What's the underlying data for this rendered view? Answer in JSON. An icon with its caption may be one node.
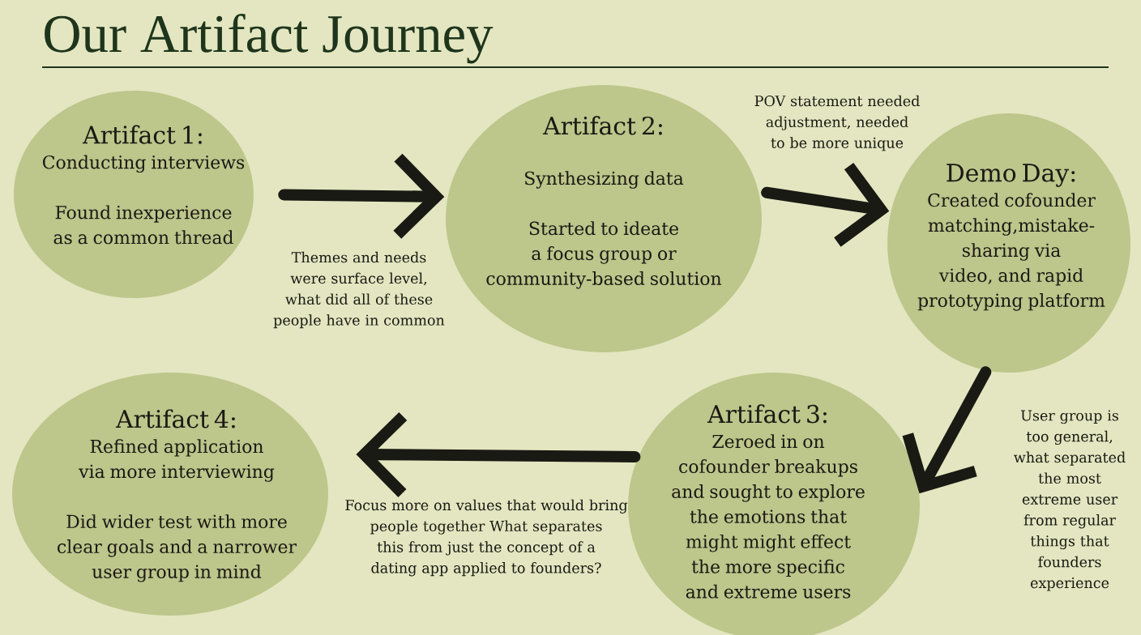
{
  "diagram": {
    "title": "Our Artifact Journey",
    "nodes": [
      {
        "text": [
          "Artifact 1:",
          "Conducting interviews",
          "Found inexperience as a common thread"
        ]
      },
      {
        "text": [
          "Artifact 2:",
          "Synthesizing data",
          "Started to ideate a focus group or community-based solution"
        ]
      },
      {
        "text": [
          "Demo Day:",
          "Created cofounder matching,mistake-sharing via video, and rapid prototyping platform"
        ]
      },
      {
        "text": [
          "Artifact 3:",
          "Zeroed in on cofounder breakups and sought to explore the emotions that might might effect the more specific and extreme users"
        ]
      },
      {
        "text": [
          "Artifact 4:",
          "Refined application via more interviewing",
          "Did wider test with more clear goals and a narrower user group in mind"
        ]
      }
    ],
    "edges": [
      {
        "from": 0,
        "to": 1,
        "arrow": "to",
        "label": "Themes and needs were surface level, what did all of these people have in common"
      },
      {
        "from": 1,
        "to": 2,
        "arrow": "to",
        "label": "POV statement needed adjustment, needed to be more unique"
      },
      {
        "from": 2,
        "to": 3,
        "arrow": "to",
        "label": "User group is too general, what separated the most extreme user from regular things that founders experience"
      },
      {
        "from": 3,
        "to": 4,
        "arrow": "to",
        "label": "Focus more on values that would bring people together What separates this from just the concept of a dating app applied to founders?"
      }
    ]
  }
}
